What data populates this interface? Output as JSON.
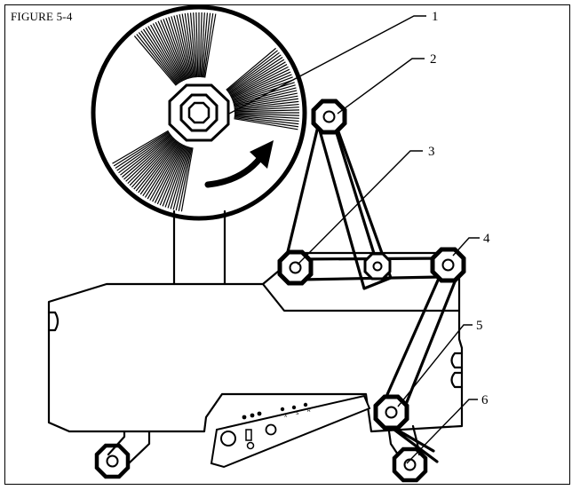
{
  "figure": {
    "caption": "FIGURE 5-4"
  },
  "callouts": [
    "1",
    "2",
    "3",
    "4",
    "5",
    "6"
  ],
  "panel_marks": [
    "X",
    "S",
    "R"
  ]
}
